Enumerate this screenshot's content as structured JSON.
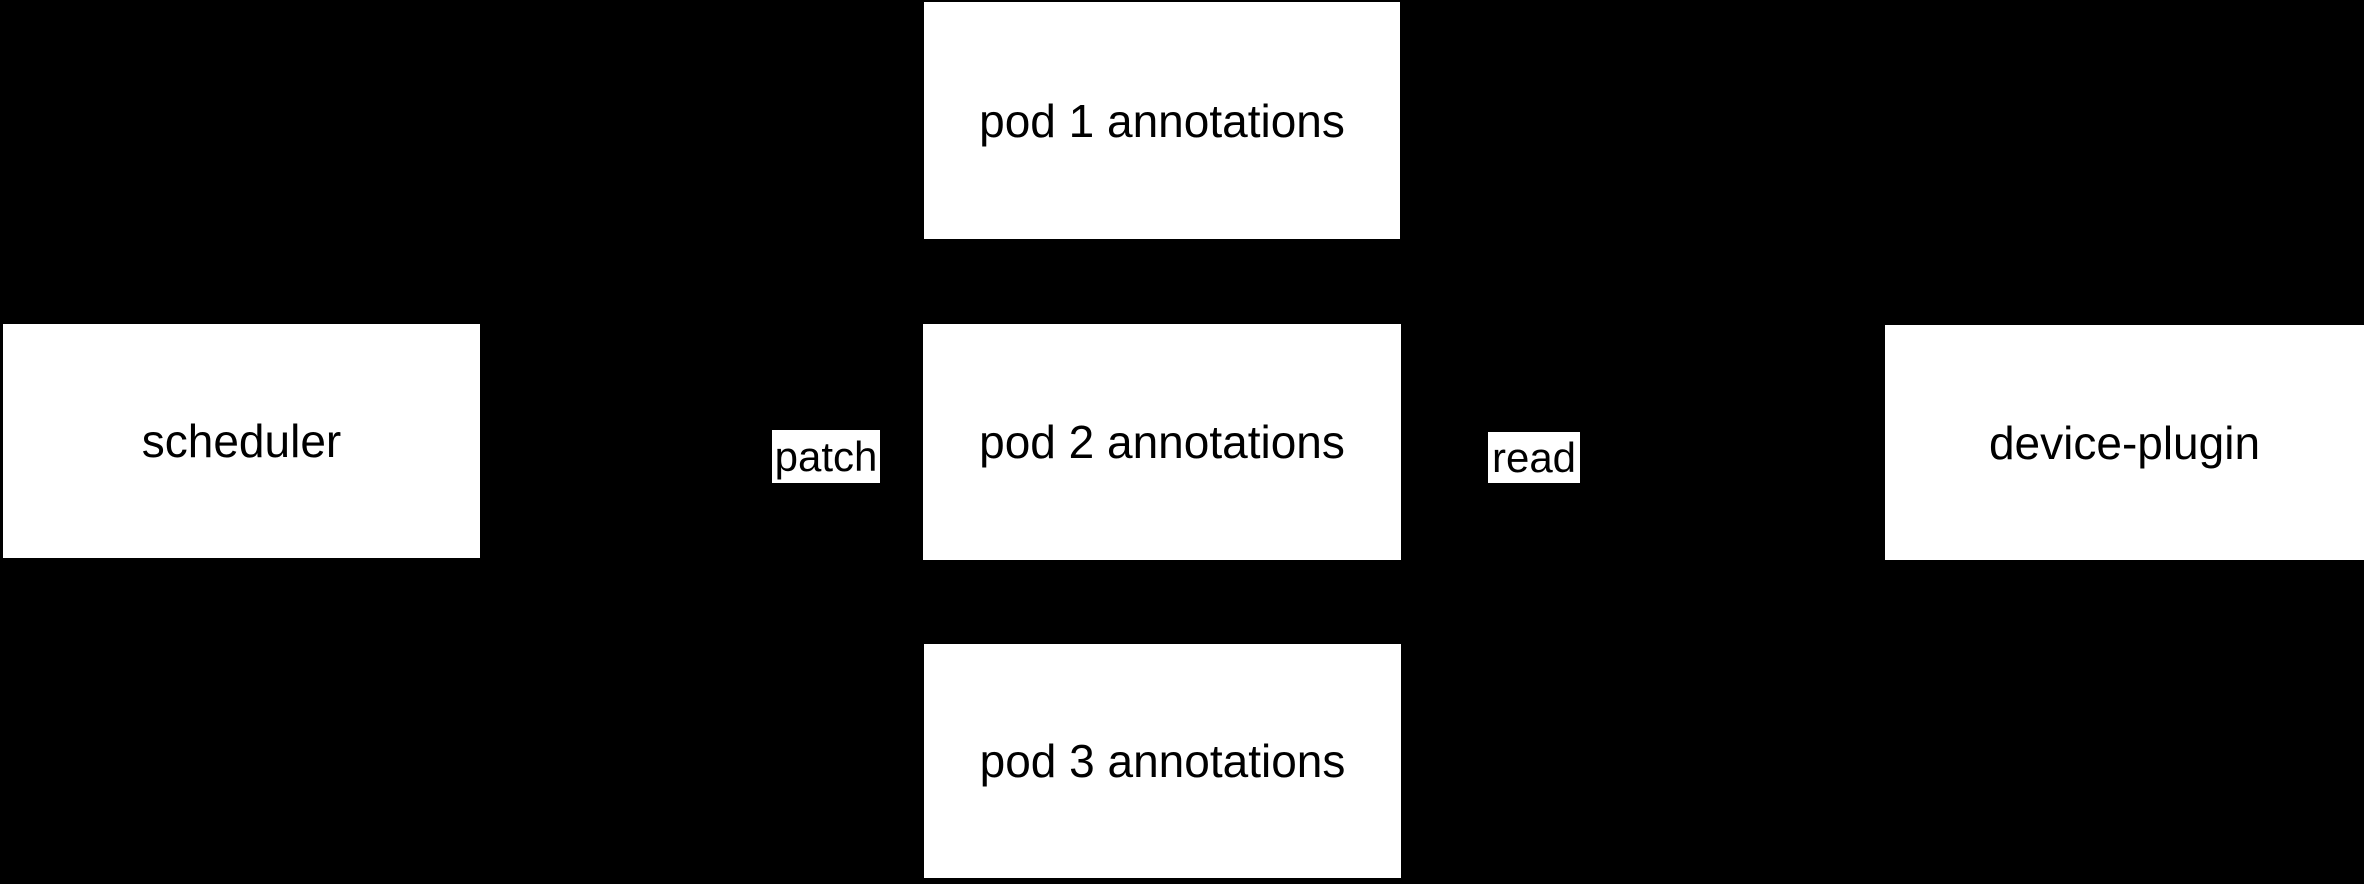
{
  "diagram": {
    "colors": {
      "background": "#000000",
      "node_fill": "#ffffff",
      "text": "#000000"
    },
    "nodes": [
      {
        "id": "scheduler",
        "label": "scheduler"
      },
      {
        "id": "pod1",
        "label": "pod 1 annotations"
      },
      {
        "id": "pod2",
        "label": "pod 2 annotations"
      },
      {
        "id": "pod3",
        "label": "pod 3 annotations"
      },
      {
        "id": "device-plugin",
        "label": "device-plugin"
      }
    ],
    "edge_labels": [
      {
        "id": "patch",
        "label": "patch"
      },
      {
        "id": "read",
        "label": "read"
      }
    ]
  }
}
